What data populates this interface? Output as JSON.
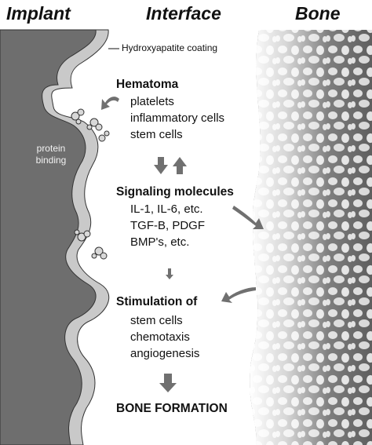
{
  "headers": {
    "implant": "Implant",
    "interface": "Interface",
    "bone": "Bone"
  },
  "coating_label": "Hydroxyapatite coating",
  "protein_binding": [
    "protein",
    "binding"
  ],
  "stages": [
    {
      "title": "Hematoma",
      "items": [
        "platelets",
        "inflammatory cells",
        "stem cells"
      ]
    },
    {
      "title": "Signaling molecules",
      "items": [
        "IL-1, IL-6, etc.",
        "TGF-B, PDGF",
        "BMP's, etc."
      ]
    },
    {
      "title": "Stimulation of",
      "items": [
        "stem cells",
        "chemotaxis",
        "angiogenesis"
      ]
    }
  ],
  "result": "BONE FORMATION",
  "colors": {
    "implant": "#6e6e6e",
    "coating": "#c9c9c9",
    "arrow": "#707070",
    "bone_bg": "#d2d2d2",
    "bone_cell": "#5e5e5e"
  }
}
